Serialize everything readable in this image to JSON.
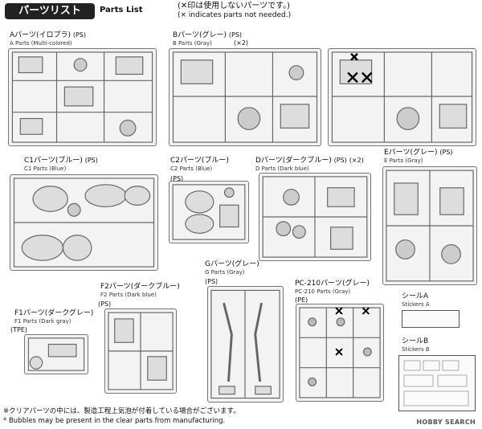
{
  "header": {
    "title_jp": "パーツリスト",
    "title_en": "Parts List",
    "note_jp": "(✕印は使用しないパーツです。)",
    "note_en": "(× indicates parts not needed.)"
  },
  "runners": [
    {
      "id": "a",
      "jp": "Aパーツ(イロプラ)",
      "en": "A Parts (Multi-colored)",
      "tag": "(PS)"
    },
    {
      "id": "b",
      "jp": "Bパーツ(グレー)",
      "en": "B Parts (Gray)",
      "tag": "(PS)",
      "tag2": "(×2)"
    },
    {
      "id": "c1",
      "jp": "C1パーツ(ブルー)",
      "en": "C1 Parts (Blue)",
      "tag": "(PS)"
    },
    {
      "id": "c2",
      "jp": "C2パーツ(ブルー)",
      "en": "C2 Parts (Blue)",
      "tag": "(PS)"
    },
    {
      "id": "d",
      "jp": "Dパーツ(ダークブルー)",
      "en": "D Parts (Dark blue)",
      "tag": "(PS)",
      "tag2": "(×2)"
    },
    {
      "id": "e",
      "jp": "Eパーツ(グレー)",
      "en": "E Parts (Gray)",
      "tag": "(PS)"
    },
    {
      "id": "g",
      "jp": "Gパーツ(グレー)",
      "en": "G Parts (Gray)",
      "tag": "(PS)"
    },
    {
      "id": "pc",
      "jp": "PC-210パーツ(グレー)",
      "en": "PC-210 Parts (Gray)",
      "tag": "(PE)"
    },
    {
      "id": "f2",
      "jp": "F2パーツ(ダークブルー)",
      "en": "F2 Parts (Dark blue)",
      "tag": "(PS)"
    },
    {
      "id": "f1",
      "jp": "F1パーツ(ダークグレー)",
      "en": "F1 Parts (Dark gray)",
      "tag": "(TPE)"
    }
  ],
  "stickers": [
    {
      "jp": "シールA",
      "en": "Stickers A"
    },
    {
      "jp": "シールB",
      "en": "Stickers B"
    }
  ],
  "footer": {
    "note_jp": "※クリアパーツの中には、製造工程上気泡が付着している場合がございます。",
    "note_en": "* Bubbles may be present in the clear parts from manufacturing."
  },
  "logo": "HOBBY SEARCH"
}
